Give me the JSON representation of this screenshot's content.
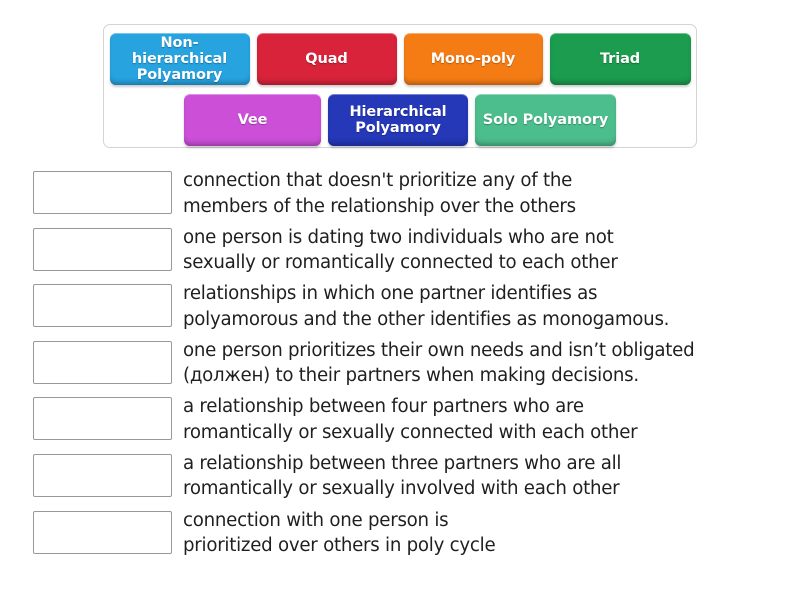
{
  "activity": {
    "type": "match-up-drag-and-drop",
    "tile_bank": {
      "rows": [
        [
          {
            "id": "tile-non-hierarchical-polyamory",
            "label": "Non-hierarchical\nPolyamory",
            "color": "#27a3e0",
            "width_class": "tile-w1"
          },
          {
            "id": "tile-quad",
            "label": "Quad",
            "color": "#d8233a",
            "width_class": "tile-w2"
          },
          {
            "id": "tile-mono-poly",
            "label": "Mono-poly",
            "color": "#f57c14",
            "width_class": "tile-w3"
          },
          {
            "id": "tile-triad",
            "label": "Triad",
            "color": "#1c9c4e",
            "width_class": "tile-w4"
          }
        ],
        [
          {
            "id": "tile-vee",
            "label": "Vee",
            "color": "#cc4fd8",
            "width_class": "tile-w5"
          },
          {
            "id": "tile-hierarchical-polyamory",
            "label": "Hierarchical\nPolyamory",
            "color": "#2438b8",
            "width_class": "tile-w6"
          },
          {
            "id": "tile-solo-polyamory",
            "label": "Solo Polyamory",
            "color": "#4cbd8c",
            "width_class": "tile-w7"
          }
        ]
      ]
    },
    "answers": [
      {
        "id": "answer-1",
        "drop_value": "",
        "text": "connection that doesn't prioritize any of the\nmembers of the relationship over the others"
      },
      {
        "id": "answer-2",
        "drop_value": "",
        "text": "one person is dating two individuals who are not\nsexually or romantically connected to each other"
      },
      {
        "id": "answer-3",
        "drop_value": "",
        "text": "relationships in which one partner identifies as\npolyamorous and the other identifies as monogamous."
      },
      {
        "id": "answer-4",
        "drop_value": "",
        "text": "one person prioritizes their own needs and isn’t obligated\n(должен) to their partners when making decisions."
      },
      {
        "id": "answer-5",
        "drop_value": "",
        "text": "a relationship between four partners who are\nromantically or sexually connected with each other"
      },
      {
        "id": "answer-6",
        "drop_value": "",
        "text": "a relationship between three partners who are all\nromantically or sexually involved with each other"
      },
      {
        "id": "answer-7",
        "drop_value": "",
        "text": "connection with one person is\nprioritized over others in poly cycle"
      }
    ]
  },
  "colors": {
    "page_background": "#ffffff",
    "bank_border": "#d4d4d4",
    "drop_box_border": "#999999",
    "answer_text": "#1f1f1f",
    "tile_text": "#ffffff"
  }
}
